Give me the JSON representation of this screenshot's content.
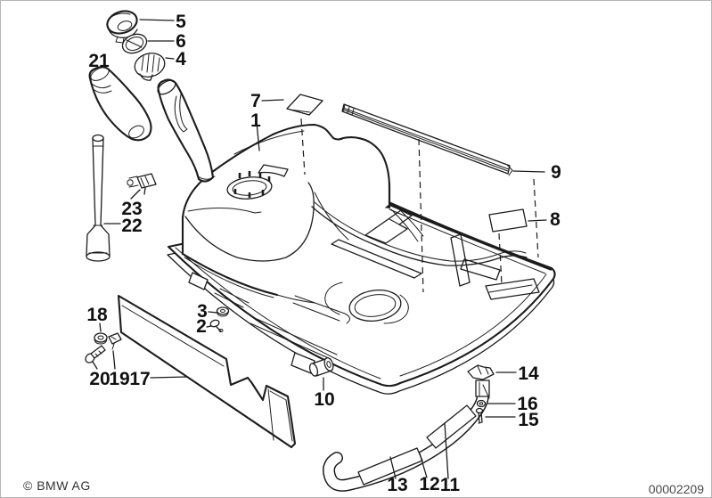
{
  "diagram_labels": {
    "p1": "1",
    "p2": "2",
    "p3": "3",
    "p4": "4",
    "p5": "5",
    "p6": "6",
    "p7": "7",
    "p8": "8",
    "p9": "9",
    "p10": "10",
    "p11": "11",
    "p12": "12",
    "p13": "13",
    "p14": "14",
    "p15": "15",
    "p16": "16",
    "p17": "17",
    "p18": "18",
    "p19": "19",
    "p20": "20",
    "p21": "21",
    "p22": "22",
    "p23": "23"
  },
  "footer": {
    "copyright": "© BMW AG",
    "document_number": "00002209"
  },
  "colors": {
    "line": "#1c1c1c",
    "background": "#ffffff",
    "footer_text": "#3a3a3a"
  }
}
